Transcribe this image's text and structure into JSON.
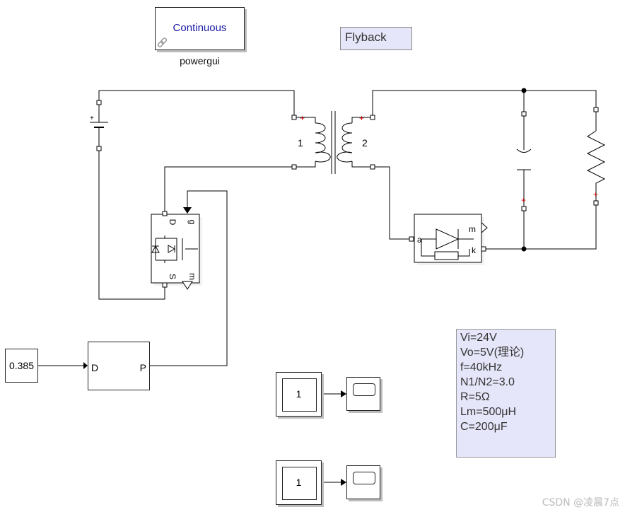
{
  "powergui": {
    "mode": "Continuous",
    "label": "powergui"
  },
  "title_block": {
    "text": "Flyback"
  },
  "constant_block": {
    "value": "0.385"
  },
  "pwm_block": {
    "in_port": "D",
    "out_port": "P"
  },
  "displays": [
    {
      "value": "1"
    },
    {
      "value": "1"
    }
  ],
  "transformer": {
    "winding1": "1",
    "winding2": "2",
    "polarity": "+"
  },
  "mosfet": {
    "drain": "D",
    "gate": "g",
    "source": "S",
    "measure": "m"
  },
  "diode": {
    "anode": "a",
    "cathode": "k",
    "measure": "m"
  },
  "dc_source": {
    "polarity": "+"
  },
  "capacitor": {
    "polarity": "+"
  },
  "resistor": {
    "polarity": "+"
  },
  "parameters": [
    "Vi=24V",
    "Vo=5V(理论)",
    "f=40kHz",
    "N1/N2=3.0",
    "R=5Ω",
    "Lm=500μH",
    "C=200μF"
  ],
  "watermark": "CSDN @凌晨7点",
  "colors": {
    "wire": "#000000",
    "polarity": "#d00000",
    "annotation_bg": "#e6e6fa",
    "text_blue": "#1a1aa6"
  }
}
